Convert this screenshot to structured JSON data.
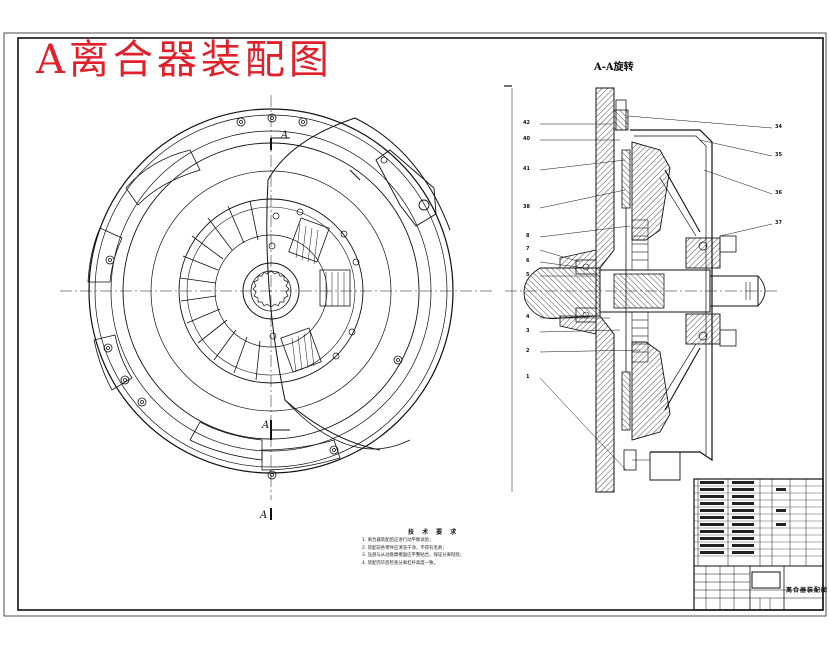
{
  "title": "A离合器装配图",
  "section_view_title": "A-A旋转",
  "section_letters": [
    "A",
    "A",
    "A"
  ],
  "tech_requirements": {
    "heading": "技 术 要 求",
    "items": [
      "1. 离合器装配后应进行动平衡试验；",
      "2. 装配前各零件应清洗干净，不得有毛刺；",
      "3. 压盘与从动盘摩擦面应平整贴合，保证分离彻底；",
      "4. 装配完毕后检查分离杠杆高度一致。"
    ]
  },
  "leader_labels_left": [
    "42",
    "40",
    "41",
    "38",
    "8",
    "7",
    "6",
    "5",
    "4",
    "3",
    "2",
    "1"
  ],
  "leader_labels_right": [
    "34",
    "35",
    "36",
    "37"
  ],
  "title_block": {
    "drawing_name": "离合器装配图"
  },
  "colors": {
    "title_red": "#e0202a",
    "line": "#111111"
  }
}
